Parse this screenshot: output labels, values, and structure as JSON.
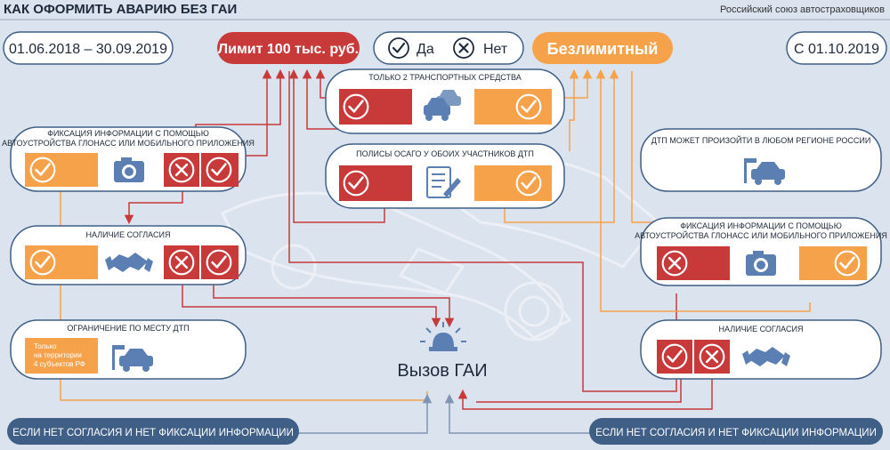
{
  "header": {
    "title": "КАК ОФОРМИТЬ АВАРИЮ БЕЗ ГАИ",
    "source": "Российский союз автостраховщиков"
  },
  "top_bar": {
    "left_date": "01.06.2018 – 30.09.2019",
    "right_date": "С 01.10.2019",
    "limit_label": "Лимит 100 тыс. руб.",
    "unlimited_label": "Безлимитный",
    "legend_yes": "Да",
    "legend_no": "Нет"
  },
  "center": {
    "two_vehicles": "ТОЛЬКО 2 ТРАНСПОРТНЫХ СРЕДСТВА",
    "osago_policies": "ПОЛИСЫ ОСАГО У ОБОИХ УЧАСТНИКОВ ДТП",
    "call_police": "Вызов ГАИ"
  },
  "left": {
    "fixation_line1": "ФИКСАЦИЯ ИНФОРМАЦИИ С ПОМОЩЬЮ",
    "fixation_line2": "АВТОУСТРОЙСТВА ГЛОНАСС ИЛИ МОБИЛЬНОГО ПРИЛОЖЕНИЯ",
    "consent": "НАЛИЧИЕ СОГЛАСИЯ",
    "place_limit": "ОГРАНИЧЕНИЕ ПО МЕСТУ ДТП",
    "territory_line1": "Только",
    "territory_line2": "на территории",
    "territory_line3": "4 субъектов РФ",
    "bottom_pill": "ЕСЛИ НЕТ СОГЛАСИЯ И НЕТ ФИКСАЦИИ ИНФОРМАЦИИ"
  },
  "right": {
    "any_region": "ДТП МОЖЕТ ПРОИЗОЙТИ В ЛЮБОМ РЕГИОНЕ РОССИИ",
    "fixation_line1": "ФИКСАЦИЯ ИНФОРМАЦИИ С ПОМОЩЬЮ",
    "fixation_line2": "АВТОУСТРОЙСТВА ГЛОНАСС ИЛИ МОБИЛЬНОГО ПРИЛОЖЕНИЯ",
    "consent": "НАЛИЧИЕ СОГЛАСИЯ",
    "bottom_pill": "ЕСЛИ НЕТ СОГЛАСИЯ И НЕТ ФИКСАЦИИ ИНФОРМАЦИИ"
  },
  "colors": {
    "red": "#c8393a",
    "orange": "#f6a24b",
    "navy": "#3f5f86",
    "blue_icon": "#5b7fb3",
    "background": "#dbe3ee"
  }
}
